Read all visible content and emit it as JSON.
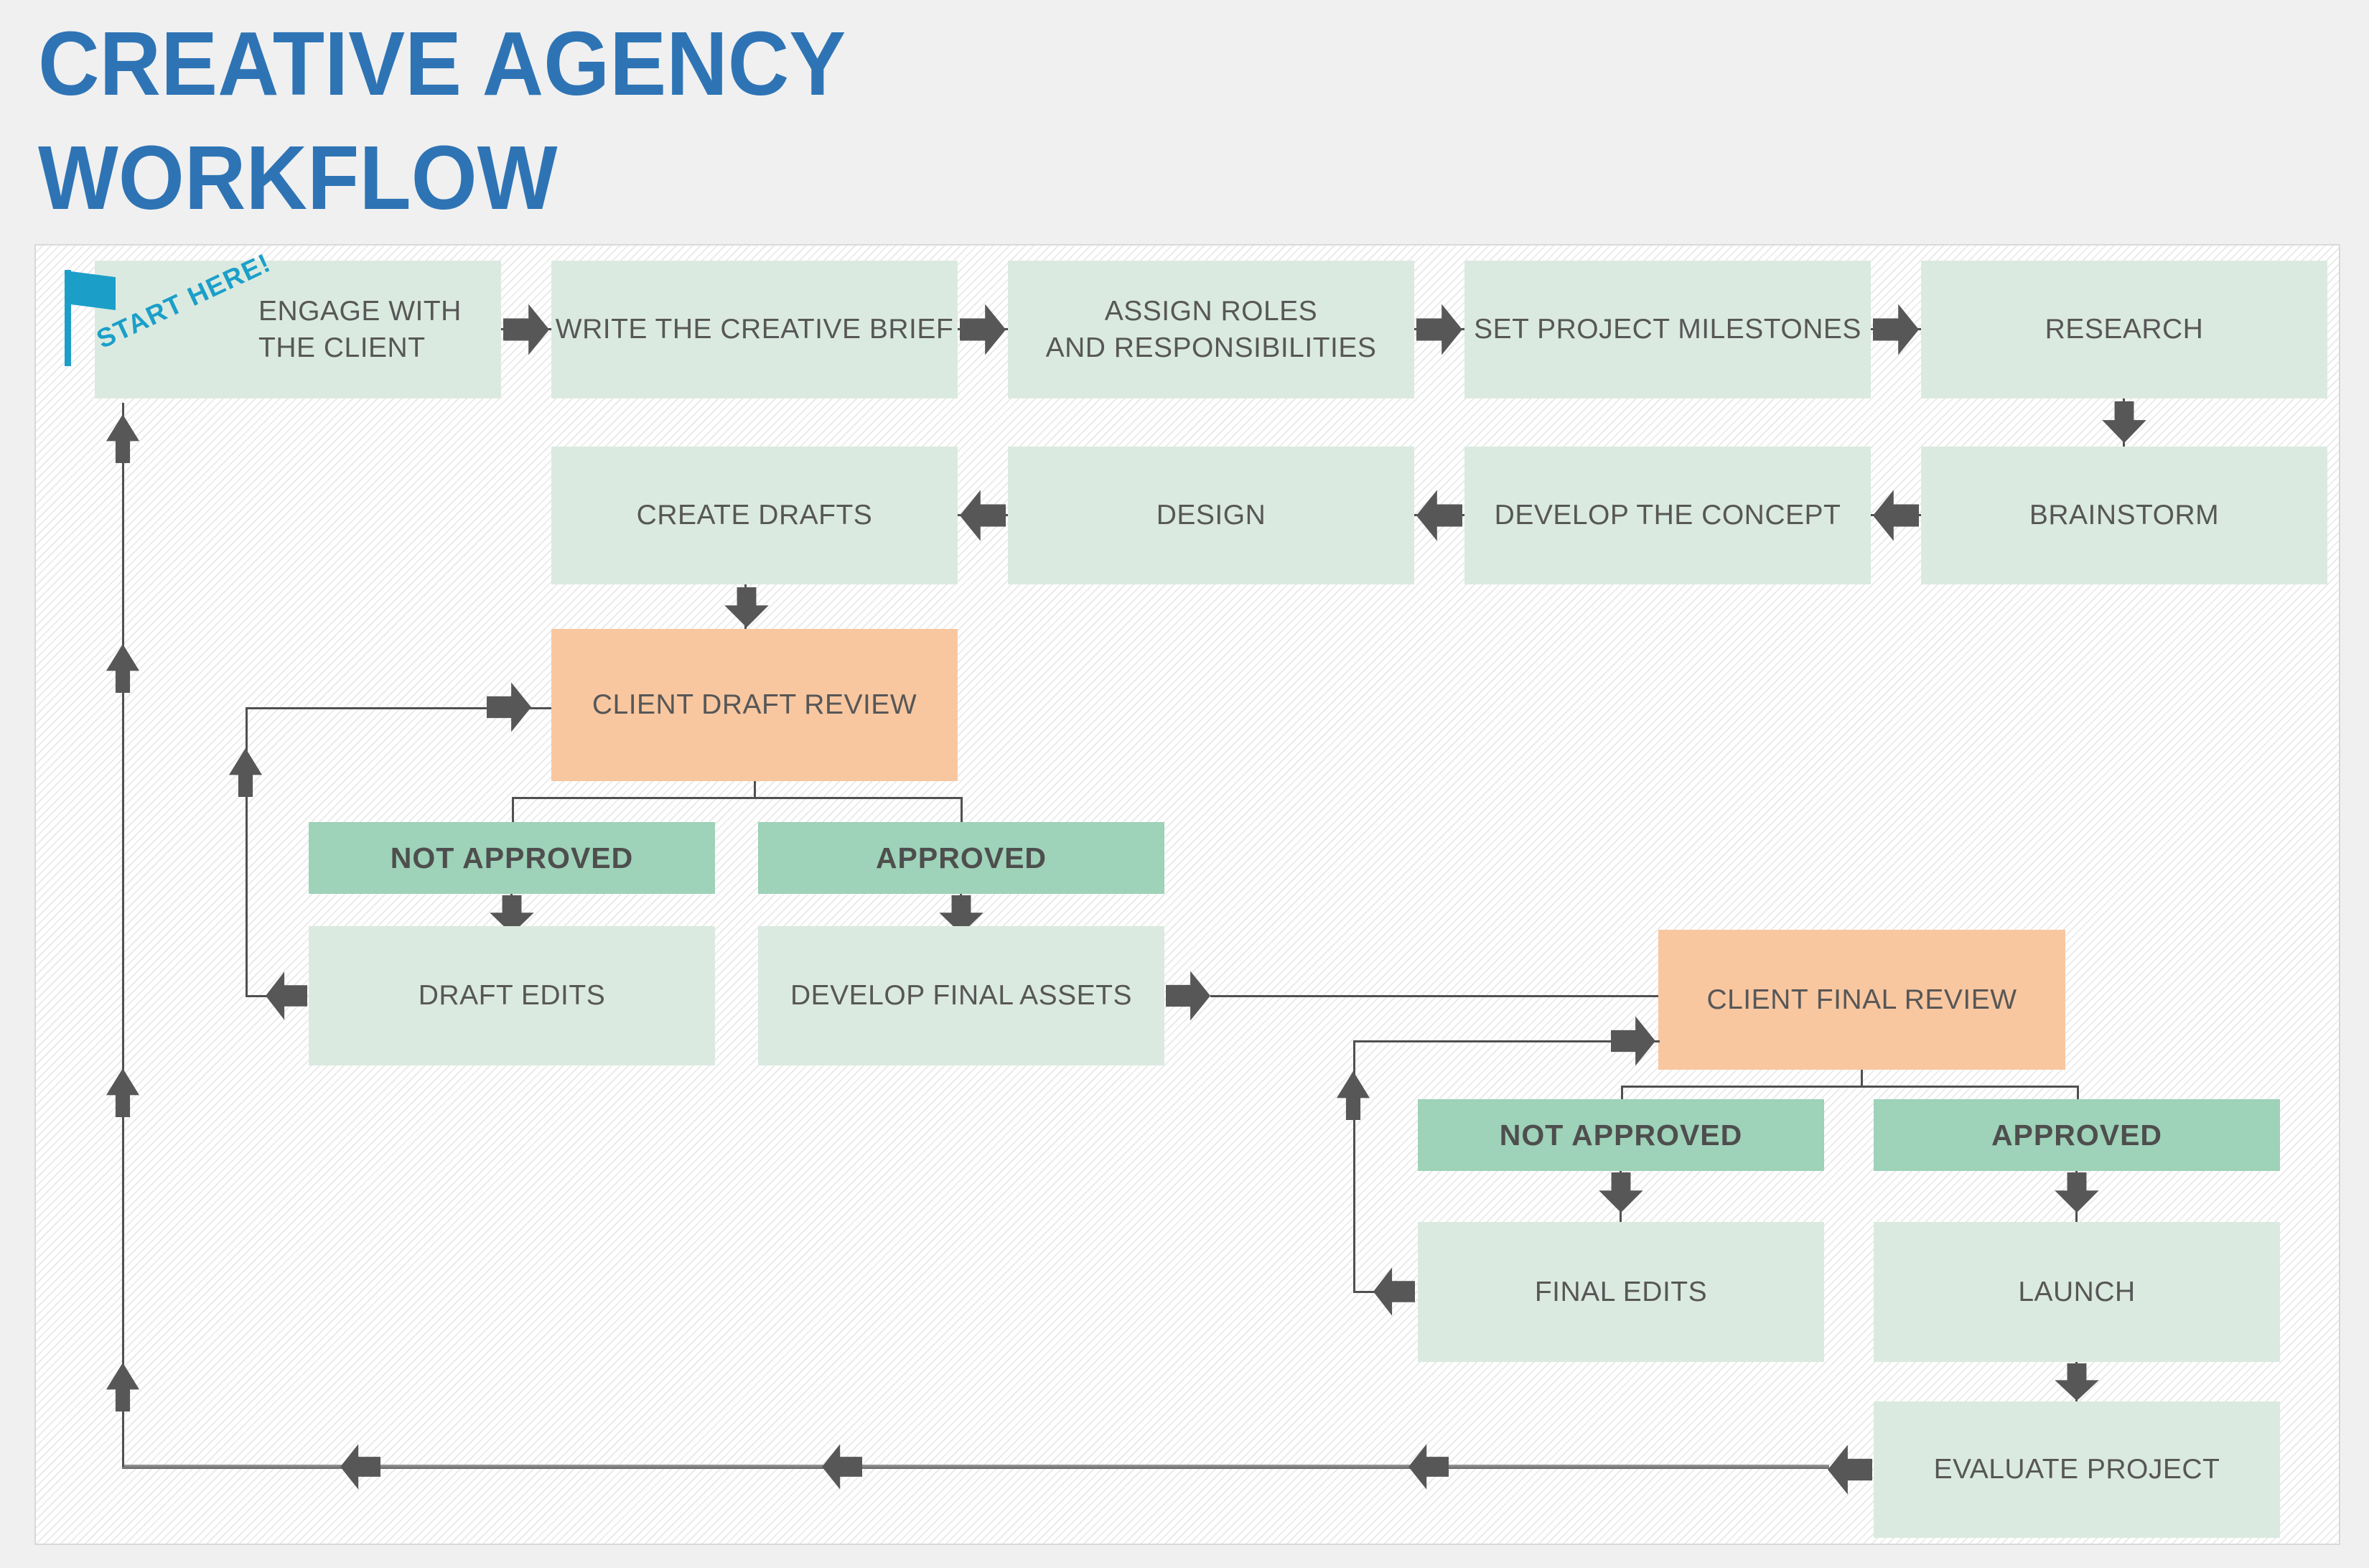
{
  "title": {
    "line1": "CREATIVE AGENCY",
    "line2": "WORKFLOW"
  },
  "start": {
    "flag_label": "START HERE!"
  },
  "nodes": {
    "engage_with_the_client": "ENGAGE WITH\nTHE CLIENT",
    "write_the_creative_brief": "WRITE THE CREATIVE BRIEF",
    "assign_roles_and_responsibilities": "ASSIGN ROLES\nAND RESPONSIBILITIES",
    "set_project_milestones": "SET PROJECT MILESTONES",
    "research": "RESEARCH",
    "brainstorm": "BRAINSTORM",
    "develop_the_concept": "DEVELOP THE CONCEPT",
    "design": "DESIGN",
    "create_drafts": "CREATE DRAFTS",
    "client_draft_review": "CLIENT DRAFT REVIEW",
    "not_approved_draft": "NOT APPROVED",
    "approved_draft": "APPROVED",
    "draft_edits": "DRAFT EDITS",
    "develop_final_assets": "DEVELOP FINAL ASSETS",
    "client_final_review": "CLIENT FINAL REVIEW",
    "not_approved_final": "NOT APPROVED",
    "approved_final": "APPROVED",
    "final_edits": "FINAL EDITS",
    "launch": "LAUNCH",
    "evaluate_project": "EVALUATE PROJECT"
  },
  "icons": {
    "flag": "flag-icon"
  },
  "palette": {
    "title_blue": "#2e74b5",
    "flag_cyan": "#1b9fc9",
    "node_fill_light": "#dbeae0",
    "node_fill_medium": "#9ed2b9",
    "node_fill_review": "#f8c7a0",
    "node_text": "#575757",
    "label_text": "#4e4e4e",
    "connector": "#505050",
    "arrow": "#575757",
    "page_bg": "#f0f0f0",
    "panel_stripe": "#ebebeb",
    "panel_border": "#d9d9d9"
  }
}
